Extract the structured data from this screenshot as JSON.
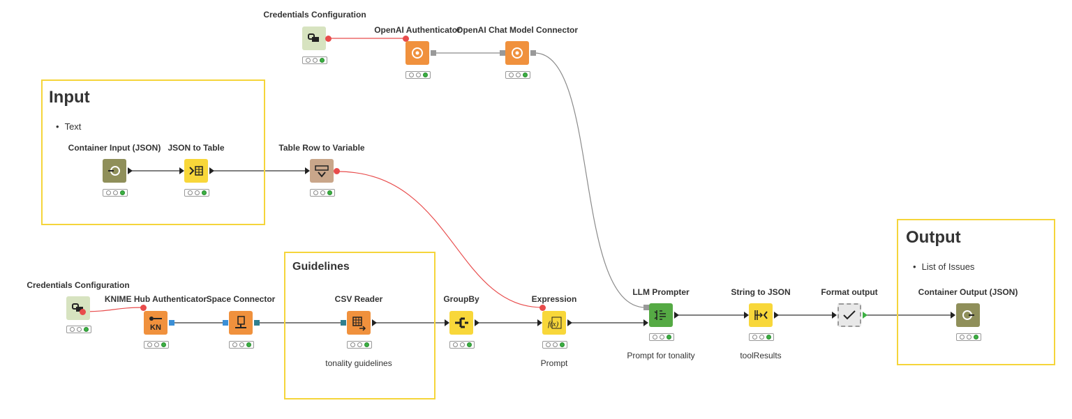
{
  "annotations": {
    "input": {
      "title": "Input",
      "bullet": "Text"
    },
    "guidelines": {
      "title": "Guidelines"
    },
    "output": {
      "title": "Output",
      "bullet": "List of Issues"
    }
  },
  "nodes": {
    "cred_top": {
      "label": "Credentials Configuration",
      "icon": "credentials-icon",
      "color": "#d7e3c0"
    },
    "openai_auth": {
      "label": "OpenAI Authenticator",
      "icon": "openai-icon",
      "color": "#f0913d"
    },
    "openai_chat": {
      "label": "OpenAI Chat Model Connector",
      "icon": "openai-icon",
      "color": "#f0913d"
    },
    "container_input": {
      "label": "Container Input (JSON)",
      "icon": "container-input-icon",
      "color": "#8f8f5a"
    },
    "json_to_table": {
      "label": "JSON to Table",
      "icon": "json-table-icon",
      "color": "#f8d73a"
    },
    "row_to_var": {
      "label": "Table Row to Variable",
      "icon": "row-variable-icon",
      "color": "#c9a68a"
    },
    "cred_bottom": {
      "label": "Credentials Configuration",
      "icon": "credentials-icon",
      "color": "#d7e3c0"
    },
    "knime_hub_auth": {
      "label": "KNIME Hub Authenticator",
      "icon": "knime-hub-icon",
      "color": "#f0913d"
    },
    "space_connector": {
      "label": "Space Connector",
      "icon": "space-connector-icon",
      "color": "#f0913d"
    },
    "csv_reader": {
      "label": "CSV Reader",
      "caption": "tonality guidelines",
      "icon": "csv-reader-icon",
      "color": "#f0913d"
    },
    "groupby": {
      "label": "GroupBy",
      "icon": "groupby-icon",
      "color": "#f8d73a"
    },
    "expression": {
      "label": "Expression",
      "caption": "Prompt",
      "icon": "expression-icon",
      "color": "#f8d73a"
    },
    "llm_prompter": {
      "label": "LLM Prompter",
      "caption": "Prompt for tonality",
      "icon": "llm-prompter-icon",
      "color": "#55aa44"
    },
    "string_to_json": {
      "label": "String to JSON",
      "caption": "toolResults",
      "icon": "string-json-icon",
      "color": "#f8d73a"
    },
    "format_output": {
      "label": "Format output",
      "icon": "checkmark-icon",
      "color": "#e8e8e8"
    },
    "container_output": {
      "label": "Container Output (JSON)",
      "icon": "container-output-icon",
      "color": "#8f8f5a"
    }
  }
}
